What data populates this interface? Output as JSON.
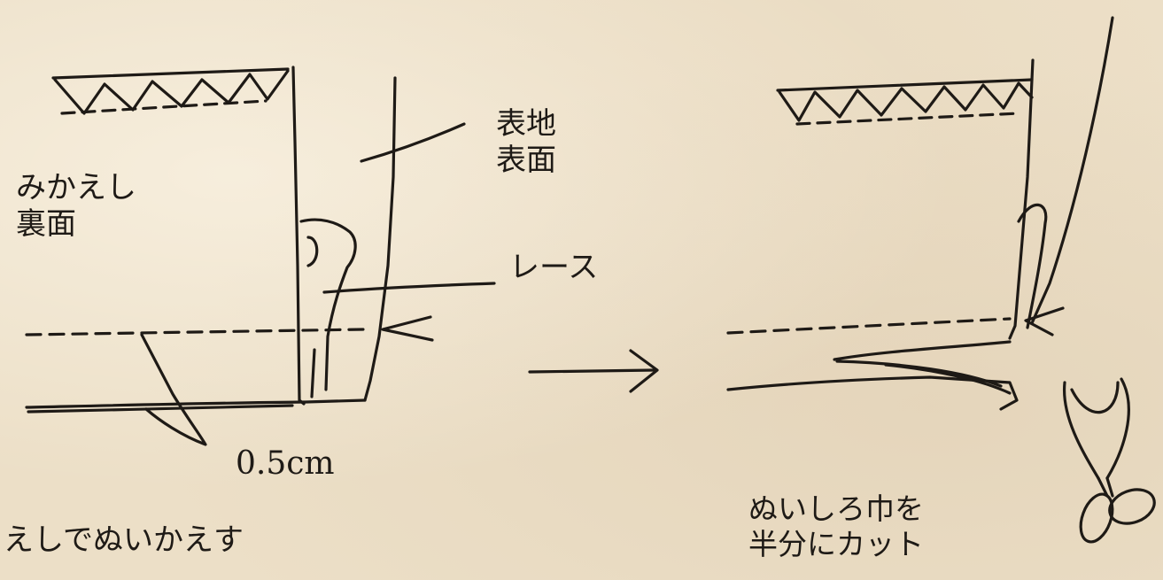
{
  "left_panel": {
    "facing_lines": [
      "みかえし",
      "裏面"
    ],
    "outer_fabric_lines": [
      "表地",
      "表面"
    ],
    "lace_label": "レース",
    "measure_label": "0.5cm",
    "caption": "えしでぬいかえす"
  },
  "right_panel": {
    "caption_lines": [
      "ぬいしろ巾を",
      "半分にカット"
    ]
  },
  "colors": {
    "ink": "#1e1a16",
    "paper": "#ecdfc7"
  }
}
